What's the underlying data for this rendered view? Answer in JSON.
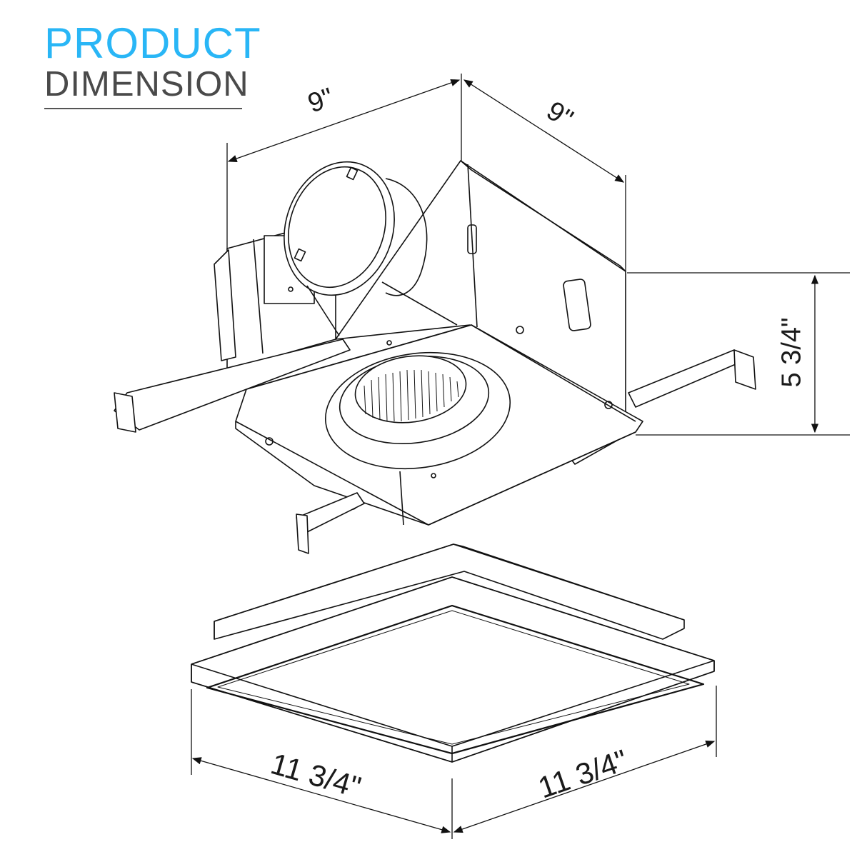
{
  "title": {
    "line1": "PRODUCT",
    "line2": "DIMENSION",
    "accent_color": "#29b6f6",
    "secondary_color": "#4a4a4a"
  },
  "diagram": {
    "subject": "Recessed bathroom exhaust fan housing with square grille cover",
    "components": [
      {
        "name": "fan-housing",
        "description": "Box housing with round duct collar, blower wheel, mounting brackets"
      },
      {
        "name": "grille-cover",
        "description": "Square flat panel grille"
      }
    ],
    "dimensions": {
      "housing_width": "9\"",
      "housing_depth": "9\"",
      "housing_height": "5 3/4\"",
      "grille_width": "11 3/4\"",
      "grille_depth": "11 3/4\""
    }
  }
}
